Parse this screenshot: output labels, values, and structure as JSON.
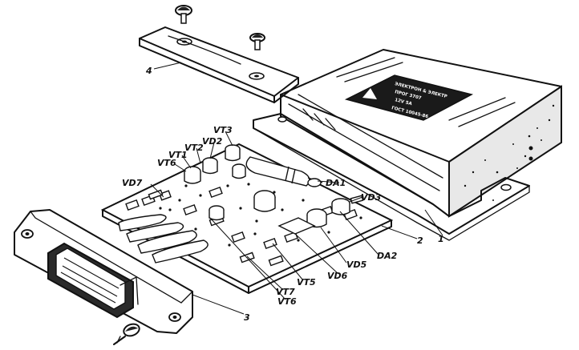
{
  "labels": {
    "vt3": "VT3",
    "vt2": "VT2",
    "vd2": "VD2",
    "vt1": "VT1",
    "vt6_top": "VT6",
    "vd7": "VD7",
    "da1": "DA1",
    "vd3": "VD3",
    "part2": "2",
    "part1": "1",
    "da2": "DA2",
    "vd5": "VD5",
    "vd6": "VD6",
    "vt5": "VT5",
    "vt7": "VT7",
    "vt6_bottom": "VT6",
    "part3": "3",
    "part4": "4"
  },
  "housing_label": {
    "line1": "ЭЛЕКТРОН & ЭЛЕКТР",
    "line2": "ПРОГ 3707",
    "line3": "12V 5A",
    "line4": "ГОСТ 10045-86"
  }
}
